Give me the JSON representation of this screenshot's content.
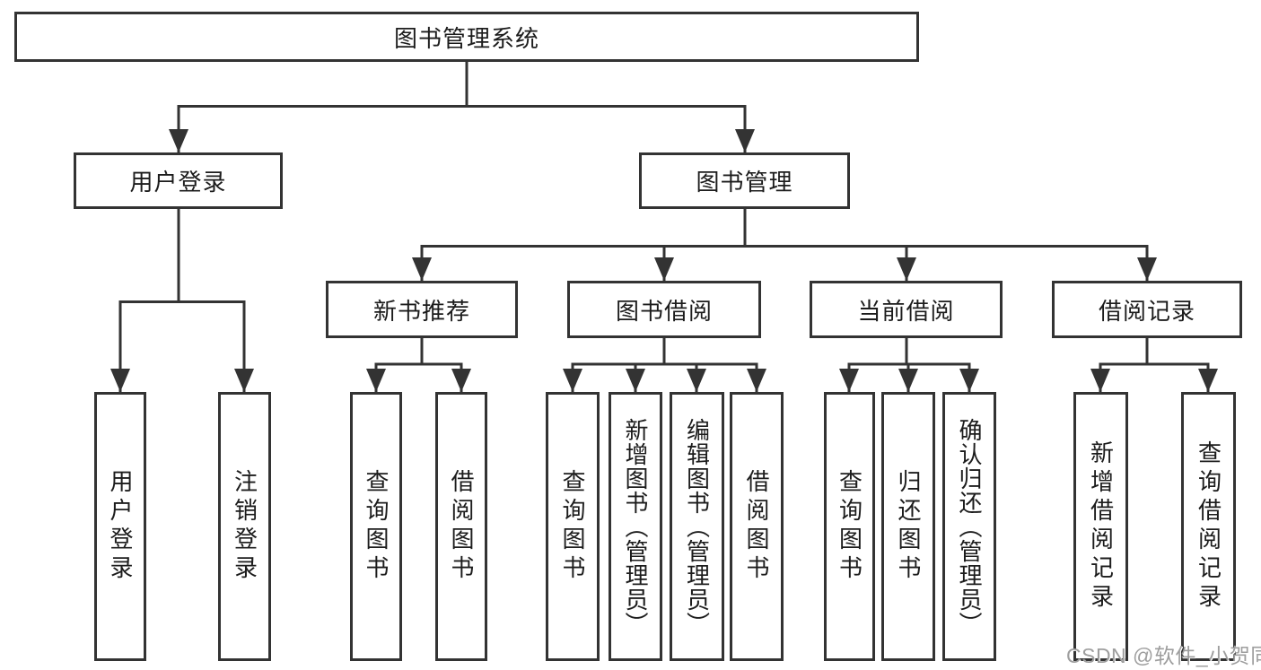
{
  "tree": {
    "root": {
      "label": "图书管理系统"
    },
    "branches": [
      {
        "label": "用户登录",
        "leaves": [
          {
            "label": "用户登录"
          },
          {
            "label": "注销登录"
          }
        ]
      },
      {
        "label": "图书管理",
        "groups": [
          {
            "label": "新书推荐",
            "leaves": [
              {
                "label": "查询图书"
              },
              {
                "label": "借阅图书"
              }
            ]
          },
          {
            "label": "图书借阅",
            "leaves": [
              {
                "label": "查询图书"
              },
              {
                "label": "新增图书（管理员）"
              },
              {
                "label": "编辑图书（管理员）"
              },
              {
                "label": "借阅图书"
              }
            ]
          },
          {
            "label": "当前借阅",
            "leaves": [
              {
                "label": "查询图书"
              },
              {
                "label": "归还图书"
              },
              {
                "label": "确认归还（管理员）"
              }
            ]
          },
          {
            "label": "借阅记录",
            "leaves": [
              {
                "label": "新增借阅记录"
              },
              {
                "label": "查询借阅记录"
              }
            ]
          }
        ]
      }
    ]
  },
  "watermark": {
    "text": "CSDN @软件_小贺同学"
  },
  "colors": {
    "line": "#333333",
    "text": "#1c1c1c",
    "watermark": "#9e9e9e",
    "background": "#ffffff"
  }
}
